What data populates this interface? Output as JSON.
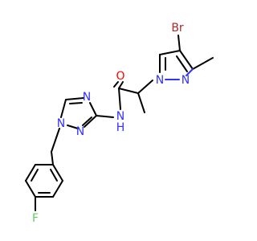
{
  "colors": {
    "carbon": "#000000",
    "nitrogen": "#3333ff",
    "oxygen": "#ff0000",
    "bromine": "#a52a2a",
    "fluorine": "#66cc66",
    "background": "#ffffff"
  },
  "atoms": {
    "br": "Br",
    "o": "O",
    "n_pyrazole_1": "N",
    "n_pyrazole_2": "N",
    "n_amide": "N",
    "h_amide": "H",
    "n_triazole_1": "N",
    "n_triazole_2": "N",
    "n_triazole_4": "N",
    "f": "F"
  }
}
